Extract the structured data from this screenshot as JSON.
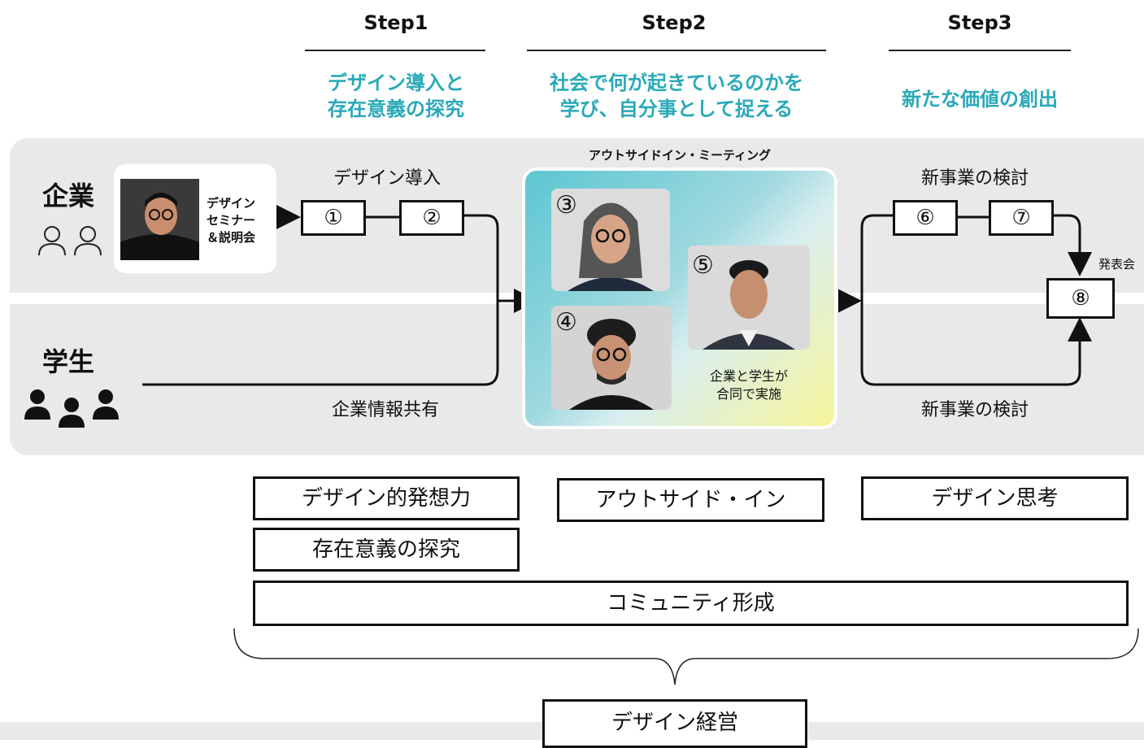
{
  "steps": [
    {
      "title": "Step1",
      "subtitle": [
        "デザイン導入と",
        "存在意義の探究"
      ]
    },
    {
      "title": "Step2",
      "subtitle": [
        "社会で何が起きているのかを",
        "学び、自分事として捉える"
      ]
    },
    {
      "title": "Step3",
      "subtitle": [
        "新たな価値の創出"
      ]
    }
  ],
  "rows": {
    "company": {
      "label": "企業"
    },
    "student": {
      "label": "学生"
    }
  },
  "seminar": {
    "lines": [
      "デザイン",
      "セミナー",
      "＆説明会"
    ]
  },
  "labels": {
    "design_intro": "デザイン導入",
    "info_share": "企業情報共有",
    "meeting": "アウトサイドイン・ミーティング",
    "joint": [
      "企業と学生が",
      "合同で実施"
    ],
    "new_biz_top": "新事業の検討",
    "new_biz_bottom": "新事業の検討",
    "presentation": "発表会"
  },
  "numbers": [
    "①",
    "②",
    "③",
    "④",
    "⑤",
    "⑥",
    "⑦",
    "⑧"
  ],
  "features": {
    "design_idea": "デザイン的発想力",
    "purpose": "存在意義の探究",
    "outside_in": "アウトサイド・イン",
    "design_thinking": "デザイン思考",
    "community": "コミュニティ形成",
    "management": "デザイン経営"
  },
  "colors": {
    "accent": "#2aa9b8",
    "band": "#e9e9e9"
  }
}
